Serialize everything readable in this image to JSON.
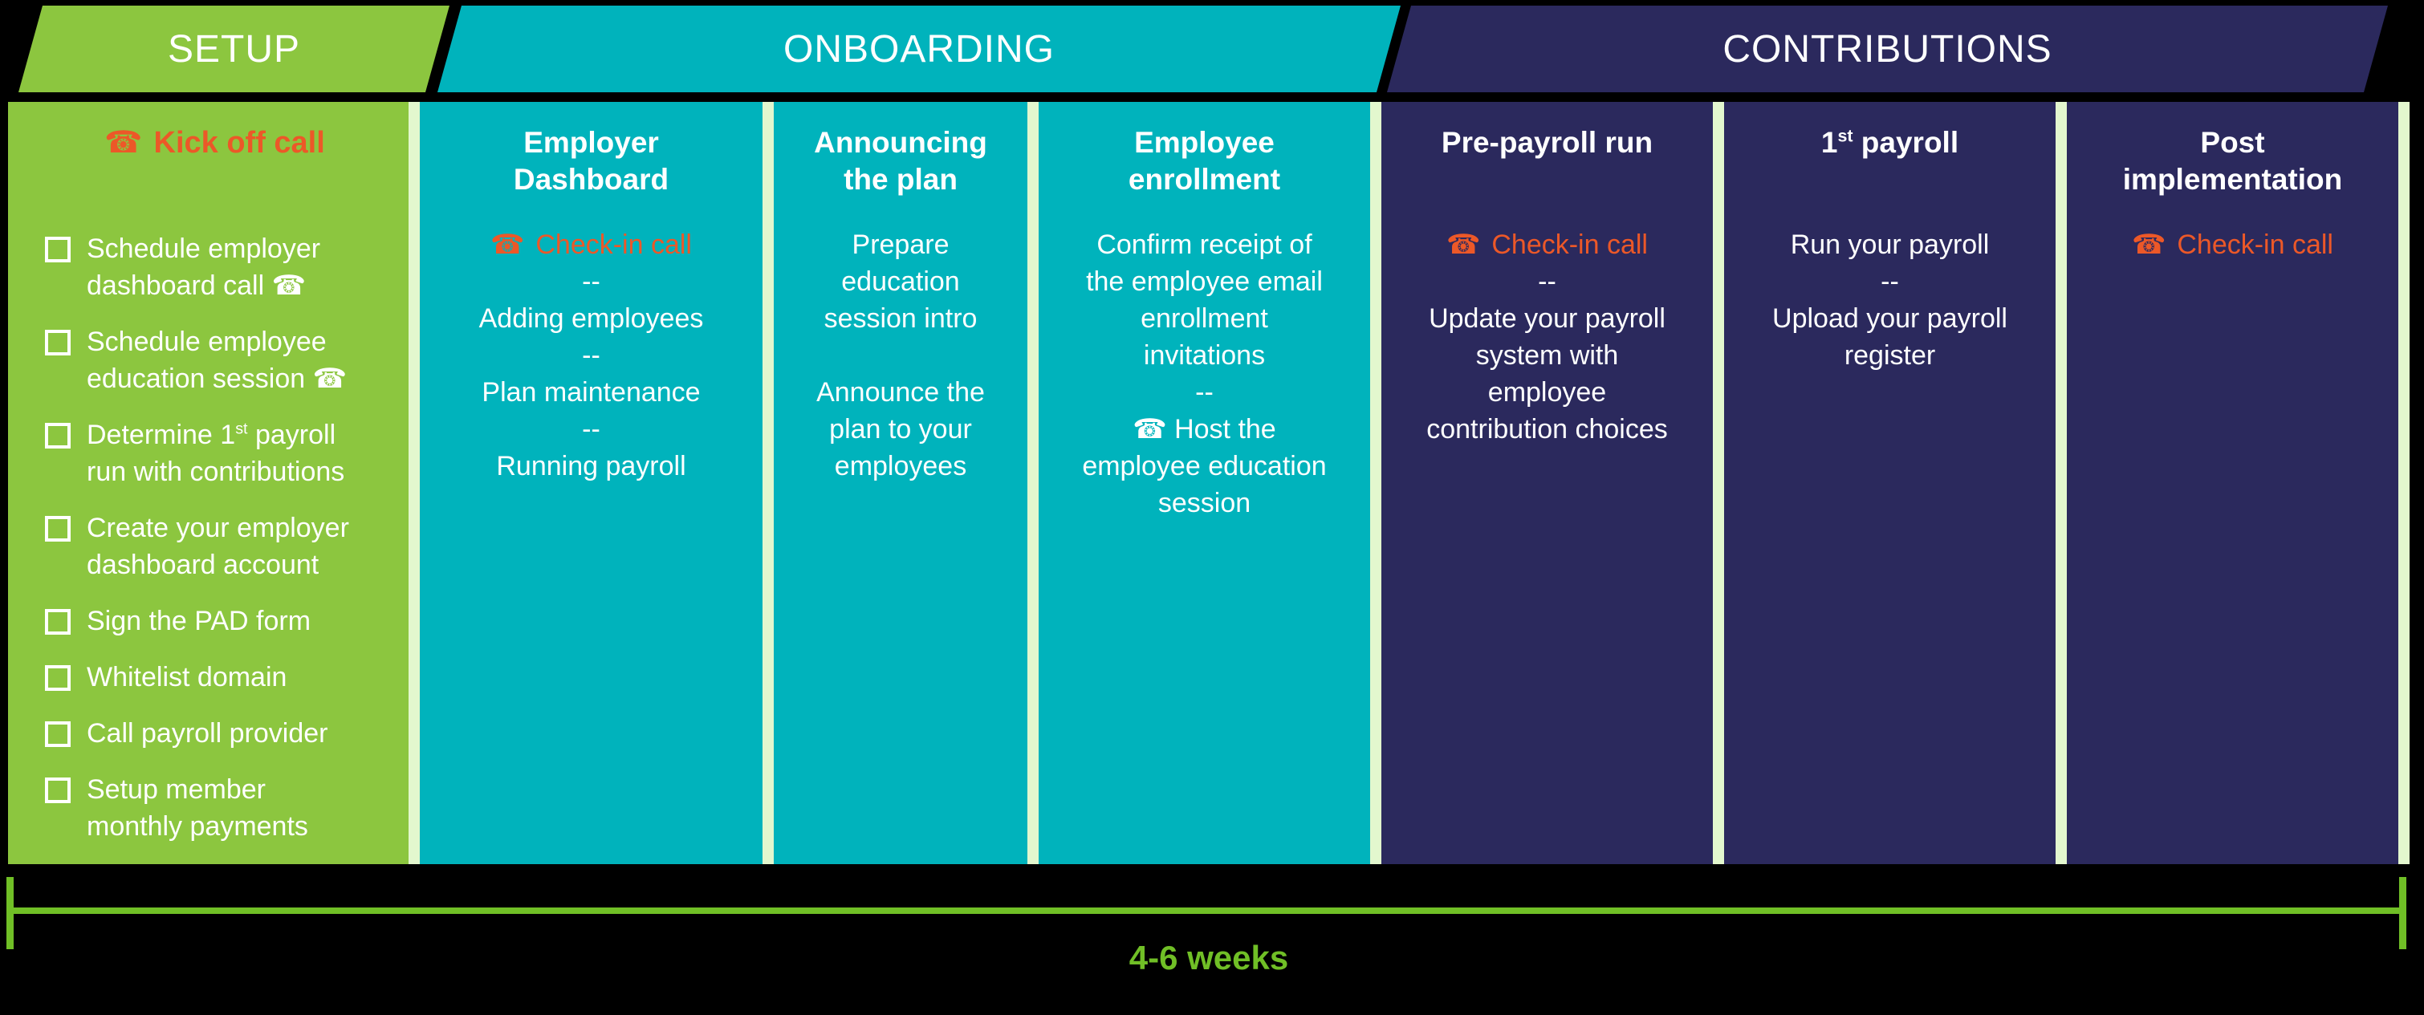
{
  "colors": {
    "background": "#000000",
    "setup_green": "#8CC63F",
    "onboarding_teal": "#00B3BC",
    "contributions_navy": "#2B295D",
    "divider_pale_green": "#E3F7CE",
    "accent_orange": "#EC5828",
    "timeline_bright_green": "#70BF26",
    "text_white": "#FFFFFF"
  },
  "icons": {
    "phone": "☎"
  },
  "phases": [
    {
      "label": "SETUP"
    },
    {
      "label": "ONBOARDING"
    },
    {
      "label": "CONTRIBUTIONS"
    }
  ],
  "columns": [
    {
      "call_label": "Kick off call",
      "checklist": [
        {
          "lines": [
            "Schedule employer",
            "dashboard call ☎"
          ]
        },
        {
          "lines": [
            "Schedule employee",
            "education session ☎"
          ]
        },
        {
          "line1_pre": "Determine 1",
          "line1_sup": "st",
          "line1_post": " payroll",
          "line2": "run with contributions"
        },
        {
          "lines": [
            "Create your employer",
            "dashboard account"
          ]
        },
        {
          "lines": [
            "Sign the PAD form"
          ]
        },
        {
          "lines": [
            "Whitelist domain"
          ]
        },
        {
          "lines": [
            "Call payroll provider"
          ]
        },
        {
          "lines": [
            "Setup member",
            "monthly payments"
          ]
        }
      ]
    },
    {
      "title_lines": [
        "Employer",
        "Dashboard"
      ],
      "call_label": "Check-in call",
      "lines": [
        "--",
        "Adding employees",
        "--",
        "Plan maintenance",
        "--",
        "Running payroll"
      ]
    },
    {
      "title_lines": [
        "Announcing",
        "the plan"
      ],
      "paragraphs": [
        "Prepare education session intro",
        "Announce the plan to your employees"
      ]
    },
    {
      "title_lines": [
        "Employee",
        "enrollment"
      ],
      "paragraph": "Confirm receipt of the employee email enrollment invitations",
      "dash": "--",
      "host_label": "Host the employee education session"
    },
    {
      "title_lines": [
        "Pre-payroll run"
      ],
      "call_label": "Check-in call",
      "dash": "--",
      "paragraph": "Update your payroll system with employee contribution choices"
    },
    {
      "title_pre": "1",
      "title_sup": "st",
      "title_post": " payroll",
      "lines": [
        "Run your payroll",
        "--",
        "Upload your payroll register"
      ]
    },
    {
      "title_lines": [
        "Post",
        "implementation"
      ],
      "call_label": "Check-in call"
    }
  ],
  "timeline": {
    "label": "4-6 weeks"
  }
}
